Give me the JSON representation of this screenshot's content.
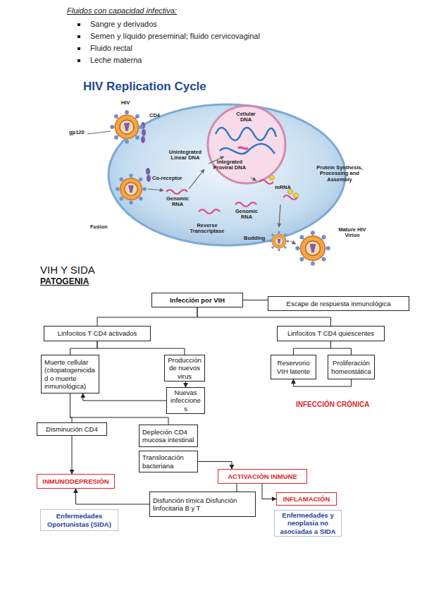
{
  "diagram": {
    "title": "VIH Y SIDA",
    "nodes": [
      {
        "text": [
          "Infección por VIH"
        ]
      },
      {
        "text": [
          "Escape de respuesta inmunológica"
        ]
      },
      {
        "text": [
          "Linfocitos T CD4 activados"
        ]
      },
      {
        "text": [
          "Linfocitos T CD4 quiescentes"
        ]
      },
      {
        "text": [
          "Muerte cellular (citopatogenicidad o muerte inmunológica)"
        ]
      },
      {
        "text": [
          "Producción de nuevos virus"
        ]
      },
      {
        "text": [
          "Reservorio VIH latente"
        ]
      },
      {
        "text": [
          "Proliferación homeostática"
        ]
      },
      {
        "text": [
          "Nuevas infecciones"
        ]
      },
      {
        "text": [
          "Disminución CD4"
        ]
      },
      {
        "text": [
          "Depleción CD4 mucosa intestinal"
        ]
      },
      {
        "text": [
          "Translocación bacteriana"
        ]
      },
      {
        "text": [
          "INMUNODEPRESIÓN"
        ]
      },
      {
        "text": [
          "ACTIVACIÓN INMUNE"
        ]
      },
      {
        "text": [
          "Disfunción tímica Disfunción linfocitaria B y T"
        ]
      },
      {
        "text": [
          "INFLAMACIÓN"
        ]
      },
      {
        "text": [
          "Enfermedades Oportunistas (SIDA)"
        ]
      },
      {
        "text": [
          "Enfermedades y neoplasia no asociadas a SIDA"
        ]
      }
    ],
    "edges": [
      {
        "from": 0,
        "to": 1,
        "arrow": "none"
      },
      {
        "from": 0,
        "to": 2,
        "arrow": "none"
      },
      {
        "from": 0,
        "to": 3,
        "arrow": "none"
      },
      {
        "from": 2,
        "to": 4,
        "arrow": "none"
      },
      {
        "from": 2,
        "to": 5,
        "arrow": "none"
      },
      {
        "from": 3,
        "to": 6,
        "arrow": "none"
      },
      {
        "from": 3,
        "to": 7,
        "arrow": "none"
      },
      {
        "from": 5,
        "to": 8,
        "arrow": "to"
      },
      {
        "from": 8,
        "to": 4,
        "arrow": "to"
      },
      {
        "from": 7,
        "to": 6,
        "arrow": "to"
      },
      {
        "from": 4,
        "to": 9,
        "arrow": "none"
      },
      {
        "from": 4,
        "to": 10,
        "arrow": "none"
      },
      {
        "from": 9,
        "to": 12,
        "arrow": "to"
      },
      {
        "from": 11,
        "to": 13,
        "arrow": "to"
      },
      {
        "from": 13,
        "to": 14,
        "arrow": "none"
      },
      {
        "from": 13,
        "to": 15,
        "arrow": "to"
      },
      {
        "from": 14,
        "to": 12,
        "arrow": "to"
      }
    ],
    "labels": [
      "Fluidos con capacidad infectiva:",
      "Sangre y derivados",
      "Semen y líquido preseminal; fluido cervicovaginal",
      "Fluido rectal",
      "Leche materna",
      "HIV Replication Cycle",
      "HIV",
      "gp120",
      "CD4",
      "Unintegrated Linear DNA",
      "Cellular DNA",
      "Integrated Proviral DNA",
      "Co-receptor",
      "Genomic RNA",
      "Fusion",
      "Reverse Transcriptase",
      "Genomic RNA",
      "mRNA",
      "Protein Synthesis, Processing and Assembly",
      "Budding",
      "Mature HIV Virion",
      "PATOGENIA",
      "INFECCIÓN CRÓNICA"
    ]
  }
}
